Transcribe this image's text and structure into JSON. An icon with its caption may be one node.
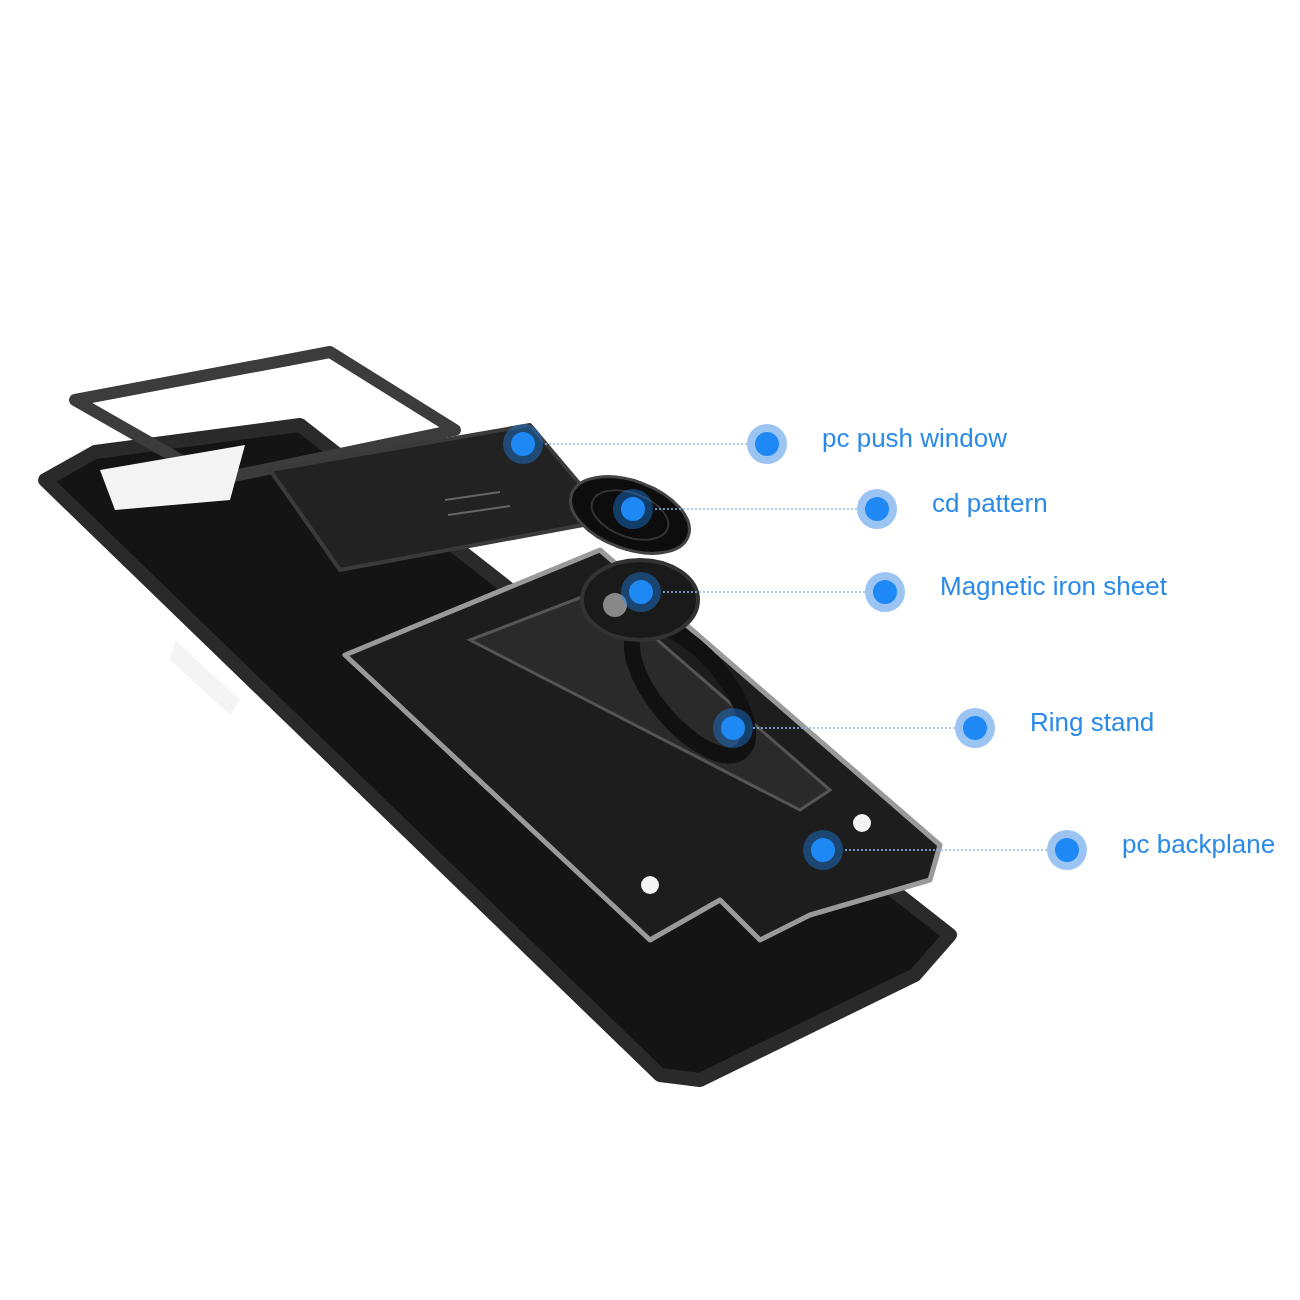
{
  "diagram": {
    "nodes": [
      {
        "text": [],
        "shape": "picture"
      },
      {
        "text": [
          "pc push window"
        ]
      },
      {
        "text": [
          "cd pattern"
        ]
      },
      {
        "text": [
          "Magnetic iron sheet"
        ]
      },
      {
        "text": [
          "Ring stand"
        ]
      },
      {
        "text": [
          "pc backplane"
        ]
      },
      {
        "text": [],
        "shape": "circle",
        "in": 0
      },
      {
        "text": [],
        "shape": "circle",
        "in": 0
      },
      {
        "text": [],
        "shape": "circle",
        "in": 0
      },
      {
        "text": [],
        "shape": "circle",
        "in": 0
      },
      {
        "text": [],
        "shape": "circle",
        "in": 0
      }
    ],
    "edges": [
      {
        "from": 1,
        "to": 6,
        "arrow": "none"
      },
      {
        "from": 2,
        "to": 7,
        "arrow": "none"
      },
      {
        "from": 3,
        "to": 8,
        "arrow": "none"
      },
      {
        "from": 4,
        "to": 9,
        "arrow": "none"
      },
      {
        "from": 5,
        "to": 10,
        "arrow": "none"
      }
    ]
  }
}
